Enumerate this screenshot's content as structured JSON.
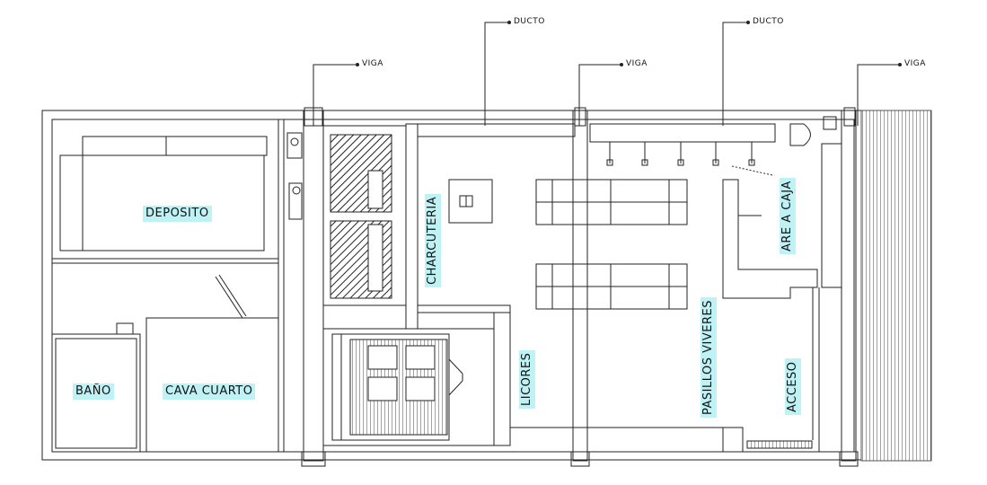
{
  "rooms": {
    "deposito": "DEPOSITO",
    "bano": "BAÑO",
    "cava_cuarto": "CAVA CUARTO",
    "charcuteria": "CHARCUTERIA",
    "licores": "LICORES",
    "pasillos_viveres": "PASILLOS VIVERES",
    "area_caja": "ARE A CAJA",
    "acceso": "ACCESO"
  },
  "callouts": {
    "viga_1": "VIGA",
    "viga_2": "VIGA",
    "viga_3": "VIGA",
    "ducto_1": "DUCTO",
    "ducto_2": "DUCTO"
  },
  "colors": {
    "label_highlight": "#bff2f5",
    "line": "#222222"
  }
}
